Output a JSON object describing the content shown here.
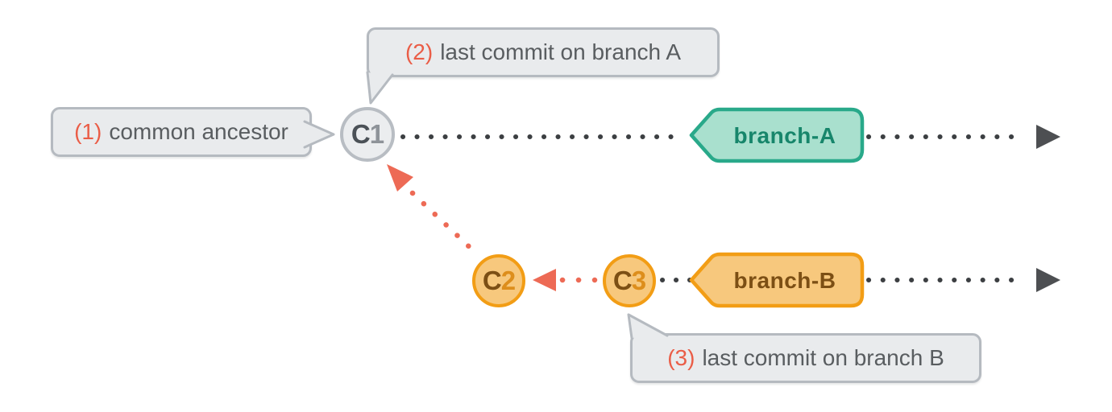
{
  "figure": {
    "description": "git branches diverged from a common ancestor",
    "callouts": [
      {
        "number": "(1)",
        "text": "common ancestor"
      },
      {
        "number": "(2)",
        "text": "last commit on branch A"
      },
      {
        "number": "(3)",
        "text": "last commit on branch B"
      }
    ],
    "commits": [
      {
        "letter": "C",
        "digit": "1"
      },
      {
        "letter": "C",
        "digit": "2"
      },
      {
        "letter": "C",
        "digit": "3"
      }
    ],
    "branches": [
      {
        "label": "branch-A"
      },
      {
        "label": "branch-B"
      }
    ],
    "colors": {
      "accent_red": "#ed6a55",
      "callout_number_red": "#ea5d47",
      "gray_fill": "#e9ebed",
      "gray_border": "#b5bac0",
      "teal_fill": "#a9e0ce",
      "teal_border": "#29a98a",
      "teal_text": "#17866b",
      "orange_fill": "#f7c87d",
      "orange_border": "#f29d15",
      "orange_text": "#7c4f14",
      "line_dots": "#3c3f42",
      "line_arrow": "#4d4f52"
    }
  }
}
